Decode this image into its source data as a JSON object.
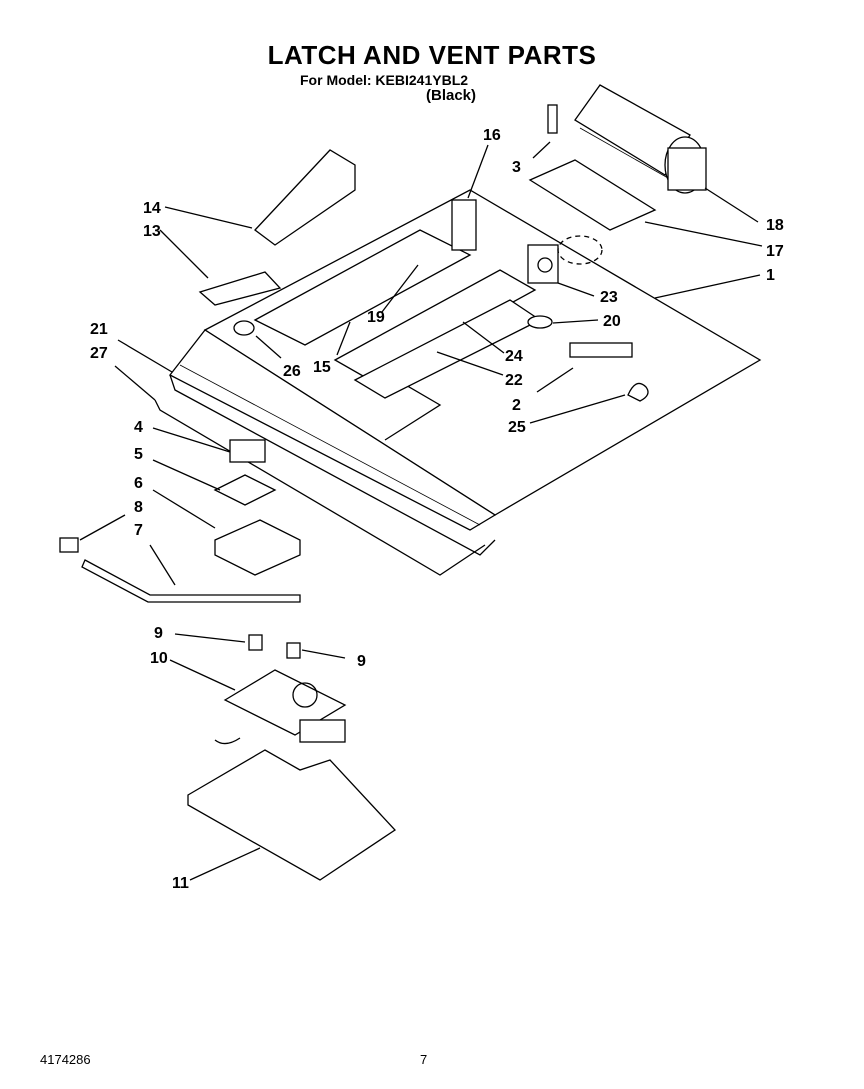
{
  "header": {
    "title": "LATCH AND VENT PARTS",
    "model_line": "For Model: KEBI241YBL2",
    "variant": "(Black)"
  },
  "footer": {
    "doc_number": "4174286",
    "page_number": "7"
  },
  "callouts": {
    "c1": "1",
    "c2": "2",
    "c3": "3",
    "c4": "4",
    "c5": "5",
    "c6": "6",
    "c7": "7",
    "c8": "8",
    "c9a": "9",
    "c9b": "9",
    "c10": "10",
    "c11": "11",
    "c13": "13",
    "c14": "14",
    "c15": "15",
    "c16": "16",
    "c17": "17",
    "c18": "18",
    "c19": "19",
    "c20": "20",
    "c21": "21",
    "c22": "22",
    "c23": "23",
    "c24": "24",
    "c25": "25",
    "c26": "26",
    "c27": "27"
  }
}
